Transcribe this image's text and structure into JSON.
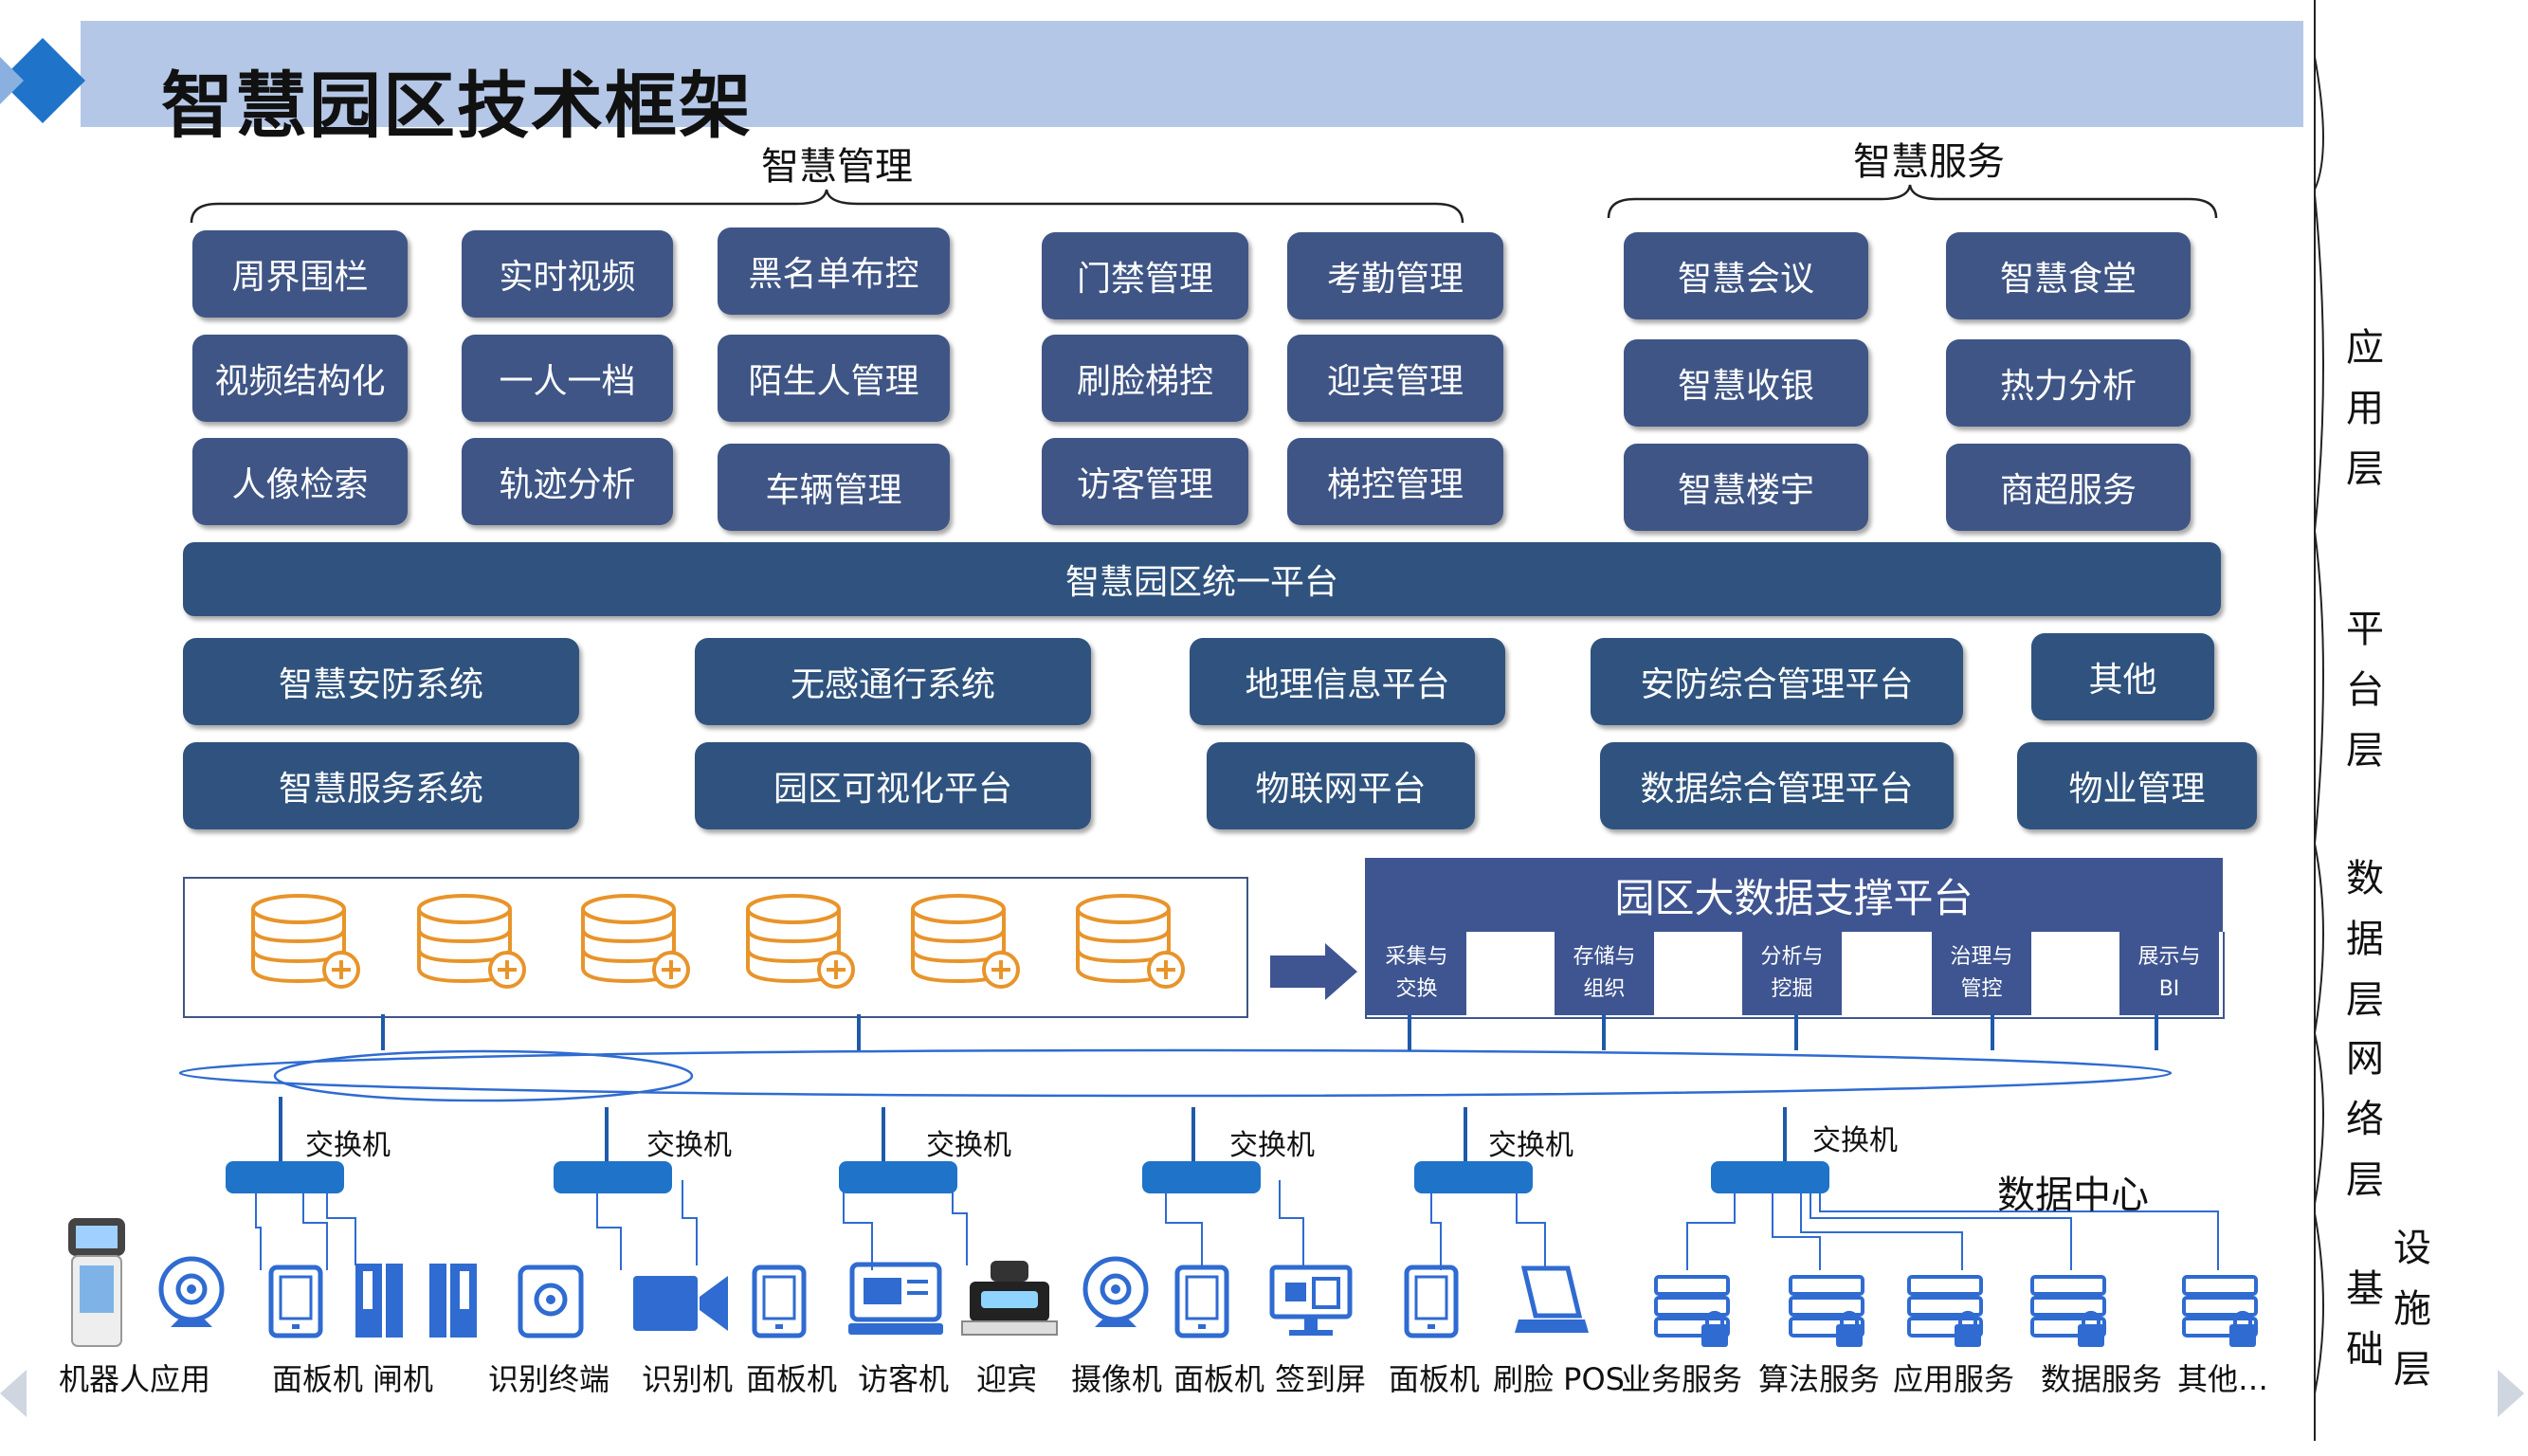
{
  "title": "智慧园区技术框架",
  "groups": {
    "management": "智慧管理",
    "service": "智慧服务"
  },
  "app_boxes": {
    "col1": [
      "周界围栏",
      "视频结构化",
      "人像检索"
    ],
    "col2": [
      "实时视频",
      "一人一档",
      "轨迹分析"
    ],
    "col3": [
      "黑名单布控",
      "陌生人管理",
      "车辆管理"
    ],
    "col4": [
      "门禁管理",
      "刷脸梯控",
      "访客管理"
    ],
    "col5": [
      "考勤管理",
      "迎宾管理",
      "梯控管理"
    ],
    "col6": [
      "智慧会议",
      "智慧收银",
      "智慧楼宇"
    ],
    "col7": [
      "智慧食堂",
      "热力分析",
      "商超服务"
    ]
  },
  "platform_title": "智慧园区统一平台",
  "platform_row1": [
    "智慧安防系统",
    "无感通行系统",
    "地理信息平台",
    "安防综合管理平台",
    "其他"
  ],
  "platform_row2": [
    "智慧服务系统",
    "园区可视化平台",
    "物联网平台",
    "数据综合管理平台",
    "物业管理"
  ],
  "bigdata": {
    "title": "园区大数据支撑平台",
    "subs": [
      {
        "l1": "采集与",
        "l2": "交换"
      },
      {
        "l1": "存储与",
        "l2": "组织"
      },
      {
        "l1": "分析与",
        "l2": "挖掘"
      },
      {
        "l1": "治理与",
        "l2": "管控"
      },
      {
        "l1": "展示与",
        "l2": "BI"
      }
    ]
  },
  "switch_label": "交换机",
  "data_center": "数据中心",
  "layers": {
    "app": [
      "应",
      "用",
      "层"
    ],
    "platform": [
      "平",
      "台",
      "层"
    ],
    "data": [
      "数",
      "据",
      "层"
    ],
    "network": [
      "网",
      "络",
      "层"
    ],
    "infra_left": [
      "基",
      "础"
    ],
    "infra_right": [
      "设",
      "施",
      "层"
    ]
  },
  "devices": [
    "机器人应用",
    "面板机",
    "闸机",
    "识别终端",
    "识别机",
    "面板机",
    "访客机",
    "迎宾",
    "摄像机",
    "面板机",
    "签到屏",
    "面板机",
    "刷脸 POS",
    "业务服务",
    "算法服务",
    "应用服务",
    "数据服务",
    "其他…"
  ],
  "colors": {
    "band": "#b4c7e7",
    "box": "#3f5585",
    "box_dark": "#2f537e",
    "switch": "#1f73c9",
    "icon_blue": "#2f6bd1",
    "db_orange": "#e8942a"
  }
}
